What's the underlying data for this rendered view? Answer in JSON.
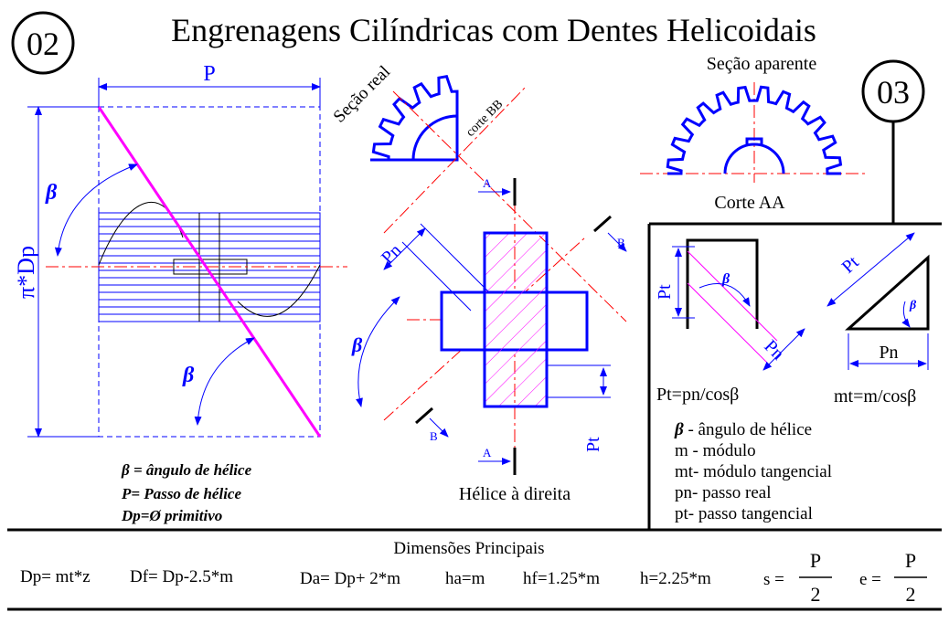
{
  "title": "Engrenagens Cilíndricas com Dentes Helicoidais",
  "badges": {
    "left": "02",
    "right": "03"
  },
  "left_view": {
    "dim_p": "P",
    "dim_pidp": "π*Dp",
    "beta_top": "β",
    "beta_bottom": "β",
    "legend": [
      "β  = ângulo de hélice",
      "P= Passo de hélice",
      "Dp=Ø primitivo"
    ]
  },
  "middle_view": {
    "secao_real": "Seção real",
    "corte_bb": "corte BB",
    "cut_a_top": "A",
    "cut_a_bottom": "A",
    "cut_b_top": "B",
    "cut_b_bottom": "B",
    "pn": "Pn",
    "pt": "Pt",
    "beta": "β",
    "caption": "Hélice à direita"
  },
  "right_view": {
    "secao_aparente": "Seção aparente",
    "corte_aa": "Corte AA",
    "pt_left": "Pt",
    "pn_left": "Pn",
    "beta_left": "β",
    "pt_right": "Pt",
    "pn_right": "Pn",
    "beta_right": "β",
    "formula_pt": "Pt=pn/cosβ",
    "formula_mt": "mt=m/cosβ",
    "legend": [
      {
        "sym": "β",
        "text": " -  ângulo de hélice"
      },
      {
        "sym": "",
        "text": "m - módulo"
      },
      {
        "sym": "",
        "text": "mt- módulo tangencial"
      },
      {
        "sym": "",
        "text": "pn- passo real"
      },
      {
        "sym": "",
        "text": "pt-  passo tangencial"
      }
    ]
  },
  "dimensions": {
    "heading": "Dimensões Principais",
    "f1": "Dp= mt*z",
    "f2": "Df= Dp-2.5*m",
    "f3": "Da= Dp+ 2*m",
    "f4": "ha=m",
    "f5": "hf=1.25*m",
    "f6": "h=2.25*m",
    "s_lhs": "s =",
    "s_num": "P",
    "s_den": "2",
    "e_lhs": "e =",
    "e_num": "P",
    "e_den": "2"
  },
  "colors": {
    "line": "#000000",
    "dim": "#0000ff",
    "helix": "#ff00ff",
    "center": "#ff0000"
  }
}
